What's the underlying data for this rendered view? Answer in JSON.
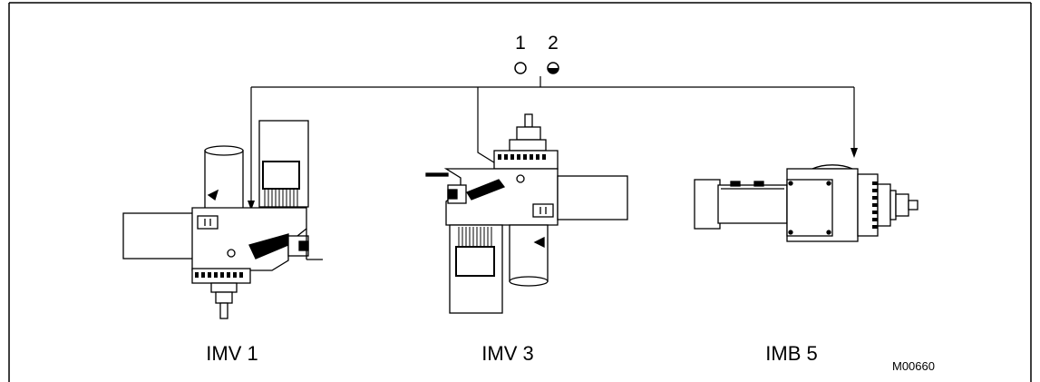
{
  "legend": {
    "pos1": "1",
    "pos2": "2"
  },
  "captions": {
    "imv1": "IMV 1",
    "imv3": "IMV 3",
    "imb5": "IMB 5"
  },
  "figure_code": "M00660",
  "colors": {
    "ink": "#000000",
    "background": "#ffffff"
  }
}
